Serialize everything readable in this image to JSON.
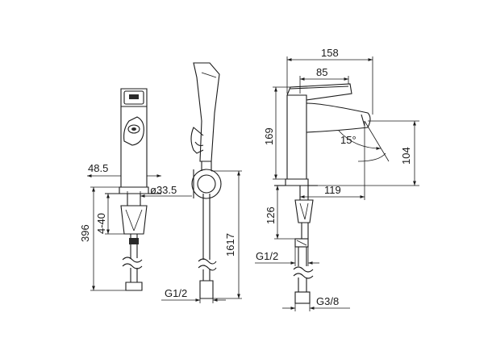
{
  "diagram": {
    "labels": {
      "dim_48_5": "48.5",
      "dim_33_5": "ø33.5",
      "dim_396": "396",
      "dim_4_40": "4-40",
      "dim_1617": "1617",
      "dim_g12_hose": "G1/2",
      "dim_158": "158",
      "dim_85": "85",
      "dim_169": "169",
      "dim_104": "104",
      "dim_15deg": "15°",
      "dim_119": "119",
      "dim_126": "126",
      "dim_g12_tap": "G1/2",
      "dim_g38": "G3/8"
    },
    "colors": {
      "line": "#1a1a1a",
      "background": "#ffffff"
    }
  }
}
